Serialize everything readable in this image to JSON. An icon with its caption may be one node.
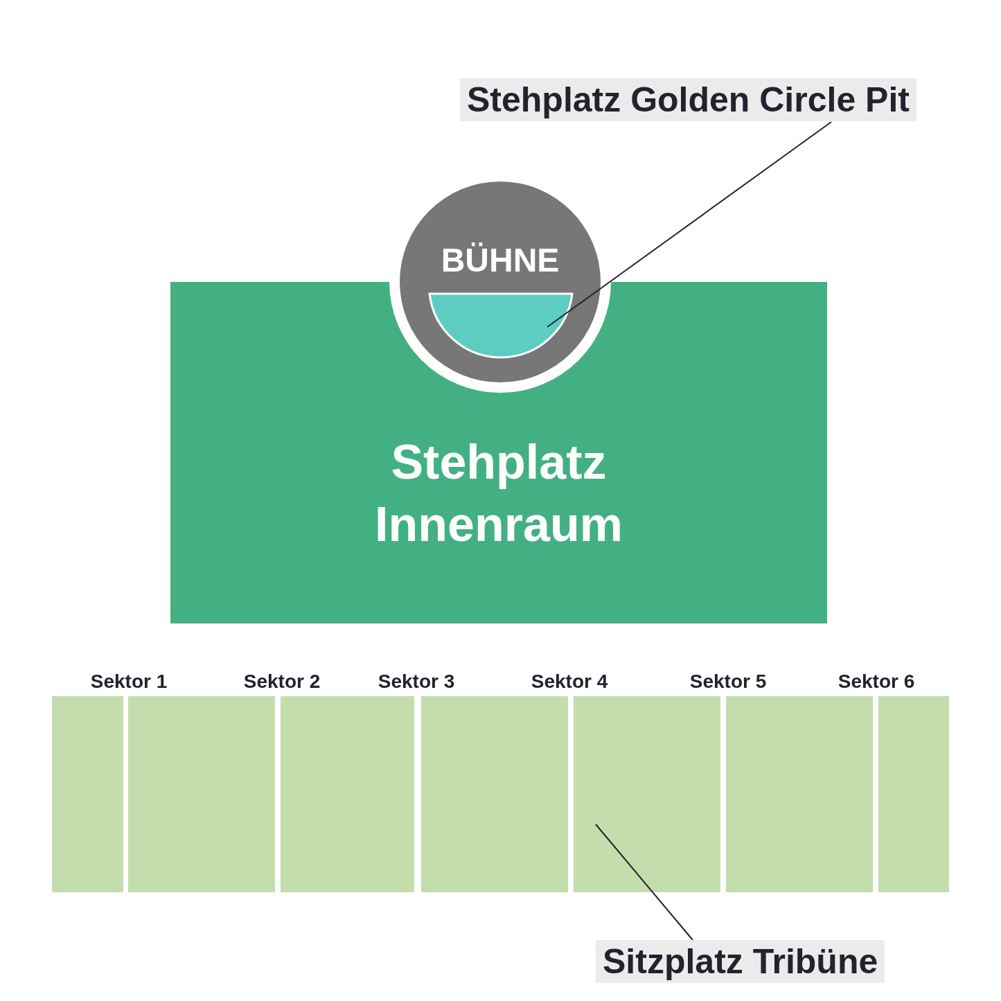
{
  "diagram": {
    "nodes": [
      {
        "text": [
          "Stehplatz Golden Circle Pit"
        ]
      },
      {
        "text": [
          "Stehplatz Innenraum"
        ]
      },
      {
        "text": [
          "BÜHNE"
        ]
      },
      {
        "text": [],
        "shape": "semicircle",
        "in": 2
      },
      {
        "text": [
          "Sitzplatz Tribüne"
        ]
      },
      {
        "text": [],
        "shape": "box"
      },
      {
        "text": [],
        "shape": "box"
      },
      {
        "text": [],
        "shape": "box"
      },
      {
        "text": [],
        "shape": "box"
      },
      {
        "text": [],
        "shape": "box"
      },
      {
        "text": [],
        "shape": "box"
      },
      {
        "text": [],
        "shape": "box"
      }
    ],
    "edges": [
      {
        "from": 0,
        "to": 3,
        "arrow": "none"
      },
      {
        "from": 4,
        "to": 9,
        "arrow": "none"
      }
    ],
    "labels": [
      "Sektor 1",
      "Sektor 2",
      "Sektor 3",
      "Sektor 4",
      "Sektor 5",
      "Sektor 6"
    ]
  }
}
